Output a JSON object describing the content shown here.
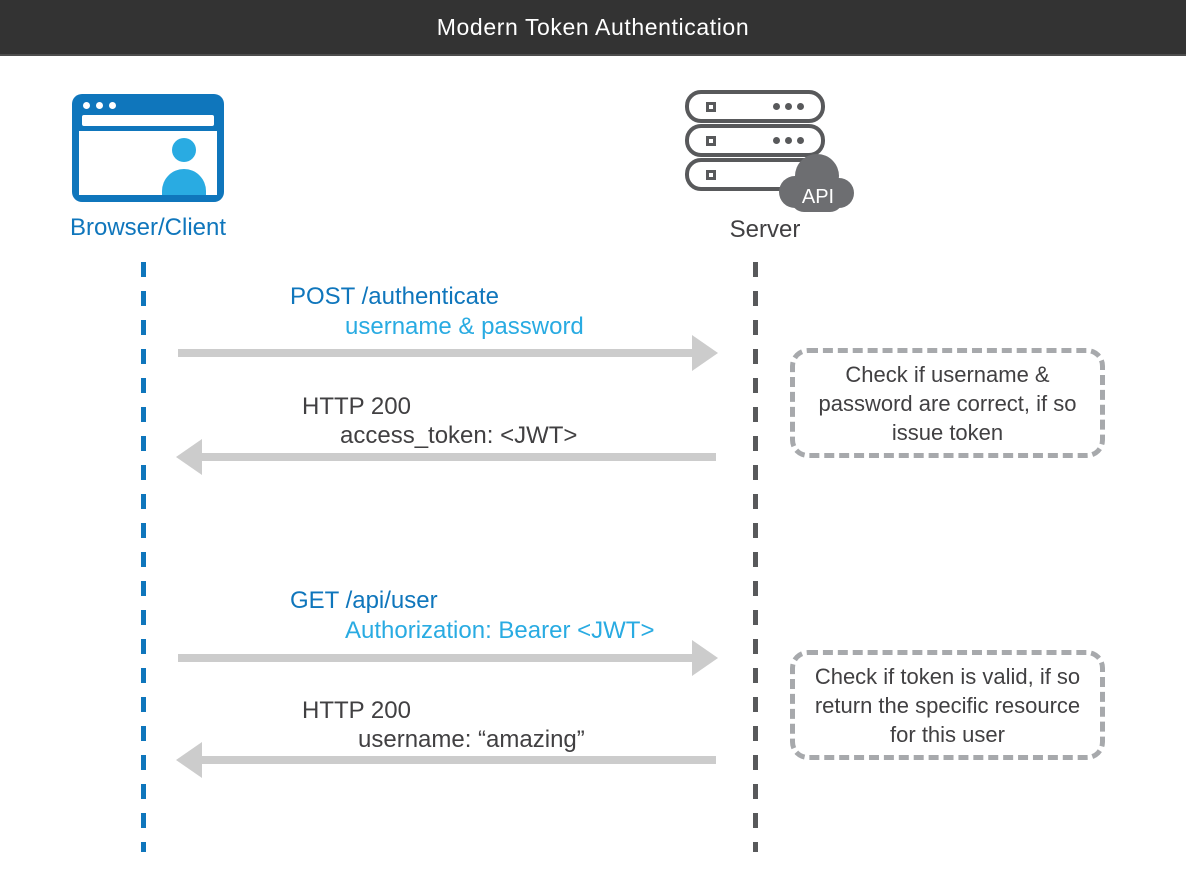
{
  "header": {
    "title": "Modern Token Authentication"
  },
  "actors": {
    "client": {
      "label": "Browser/Client"
    },
    "server": {
      "label": "Server",
      "badge": "API"
    }
  },
  "messages": [
    {
      "method": "POST /authenticate",
      "detail": "username & password",
      "direction": "right"
    },
    {
      "method": "HTTP 200",
      "detail": "access_token: <JWT>",
      "direction": "left"
    },
    {
      "method": "GET /api/user",
      "detail": "Authorization: Bearer <JWT>",
      "direction": "right"
    },
    {
      "method": "HTTP 200",
      "detail": "username: “amazing”",
      "direction": "left"
    }
  ],
  "notes": [
    {
      "text": "Check if username &\npassword are correct, if so\nissue token"
    },
    {
      "text": "Check if token is valid, if so\nreturn the specific resource\nfor this user"
    }
  ],
  "colors": {
    "header_bg": "#333333",
    "primary_blue": "#0f76bc",
    "light_blue": "#29abe2",
    "dark_gray_text": "#414042",
    "server_outline": "#58595b",
    "arrow_gray": "#cccccc",
    "note_border": "#a7a9ac",
    "cloud_gray": "#6d6e71"
  }
}
